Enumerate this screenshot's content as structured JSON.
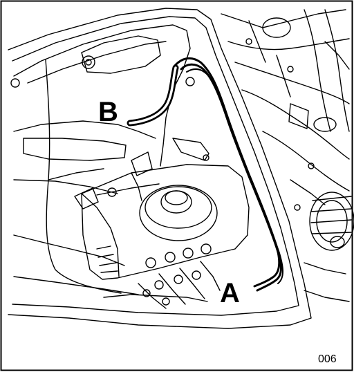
{
  "callouts": {
    "a": "A",
    "b": "B"
  },
  "figure_number": "006",
  "colors": {
    "ink": "#000000",
    "paper": "#ffffff"
  }
}
